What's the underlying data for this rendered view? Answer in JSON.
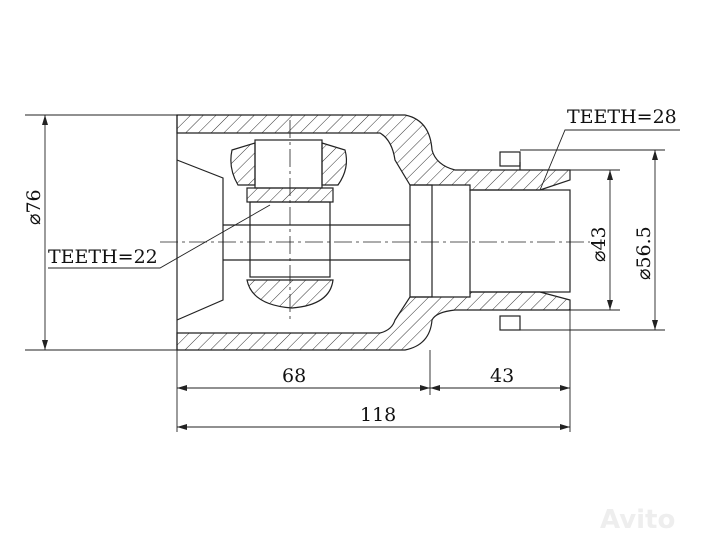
{
  "labels": {
    "teeth_outer": "TEETH=28",
    "teeth_inner": "TEETH=22",
    "dia_outer": "⌀76",
    "dia_43": "⌀43",
    "dia_56": "⌀56.5",
    "len_68": "68",
    "len_43": "43",
    "len_118": "118"
  },
  "watermark": "Avito",
  "colors": {
    "line": "#222222",
    "background": "#ffffff"
  }
}
